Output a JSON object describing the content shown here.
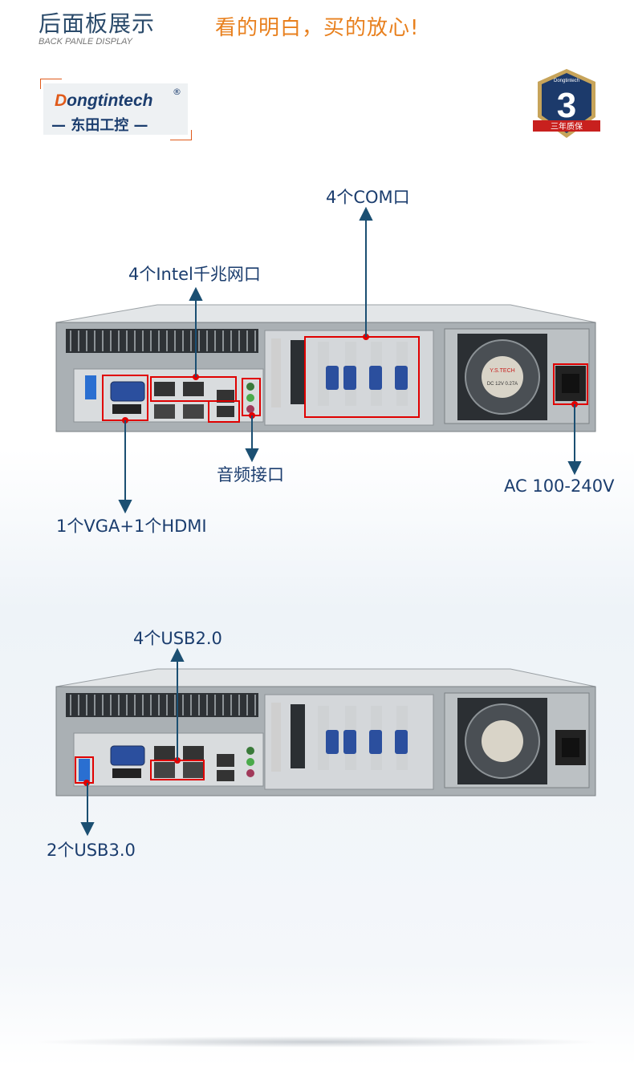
{
  "header": {
    "title": "后面板展示",
    "subtitle": "BACK PANLE DISPLAY",
    "slogan": "看的明白，买的放心!"
  },
  "logo": {
    "brand_first": "D",
    "brand_rest": "ongtintech",
    "registered": "®",
    "cn_name": "— 东田工控 —"
  },
  "badge": {
    "number": "3",
    "text": "三年质保",
    "top_text": "Dongtintech"
  },
  "psu": {
    "brand": "Y.S.TECH",
    "spec": "DC 12V 0.27A"
  },
  "labels": {
    "com": "4个COM口",
    "lan": "4个Intel千兆网口",
    "audio": "音频接口",
    "vga_hdmi": "1个VGA+1个HDMI",
    "ac": "AC 100-240V",
    "usb2": "4个USB2.0",
    "usb3": "2个USB3.0"
  },
  "colors": {
    "title": "#2a4a6a",
    "slogan": "#e8801e",
    "label": "#1b3d6e",
    "highlight": "#e00000",
    "arrow": "#1b4f72"
  }
}
